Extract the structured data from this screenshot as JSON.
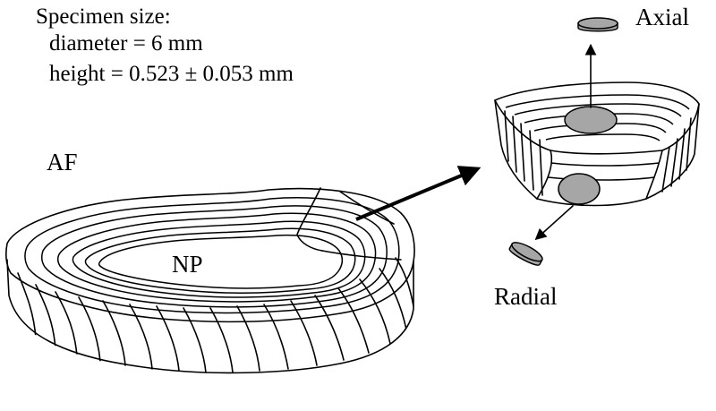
{
  "specimen_info": {
    "heading": "Specimen size:",
    "diameter": "diameter = 6 mm",
    "height": "height = 0.523 ± 0.053 mm"
  },
  "labels": {
    "af": "AF",
    "np": "NP",
    "axial": "Axial",
    "radial": "Radial"
  },
  "colors": {
    "line": "#000000",
    "specimen_fill": "#a6a6a6",
    "background": "#ffffff"
  }
}
